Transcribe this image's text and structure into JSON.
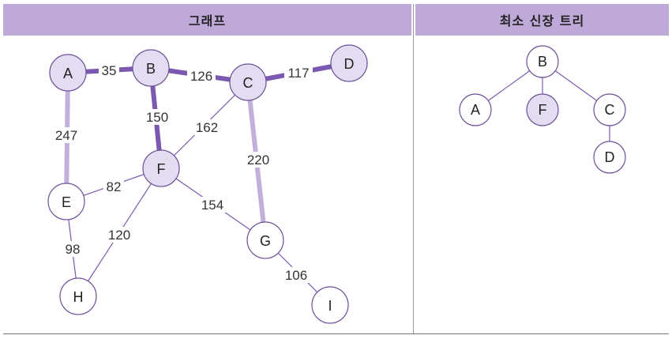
{
  "graph": {
    "title": "그래프",
    "nodes": [
      "A",
      "B",
      "C",
      "D",
      "E",
      "F",
      "G",
      "H",
      "I"
    ],
    "edges": [
      {
        "from": "A",
        "to": "B",
        "weight": "35"
      },
      {
        "from": "B",
        "to": "C",
        "weight": "126"
      },
      {
        "from": "C",
        "to": "D",
        "weight": "117"
      },
      {
        "from": "A",
        "to": "E",
        "weight": "247"
      },
      {
        "from": "B",
        "to": "F",
        "weight": "150"
      },
      {
        "from": "C",
        "to": "F",
        "weight": "162"
      },
      {
        "from": "C",
        "to": "G",
        "weight": "220"
      },
      {
        "from": "E",
        "to": "F",
        "weight": "82"
      },
      {
        "from": "F",
        "to": "G",
        "weight": "154"
      },
      {
        "from": "E",
        "to": "H",
        "weight": "98"
      },
      {
        "from": "F",
        "to": "H",
        "weight": "120"
      },
      {
        "from": "G",
        "to": "I",
        "weight": "106"
      }
    ]
  },
  "tree": {
    "title": "최소 신장 트리",
    "nodes": [
      "B",
      "A",
      "F",
      "C",
      "D"
    ],
    "edges": [
      {
        "from": "B",
        "to": "A"
      },
      {
        "from": "B",
        "to": "F"
      },
      {
        "from": "B",
        "to": "C"
      },
      {
        "from": "C",
        "to": "D"
      }
    ]
  },
  "colors": {
    "header": "#bfa9d8",
    "node_highlight": "#e4dcf0",
    "node_plain": "#ffffff",
    "node_stroke": "#6b4f96",
    "edge_dark": "#7b59b0",
    "edge_light": "#c2afdc"
  }
}
